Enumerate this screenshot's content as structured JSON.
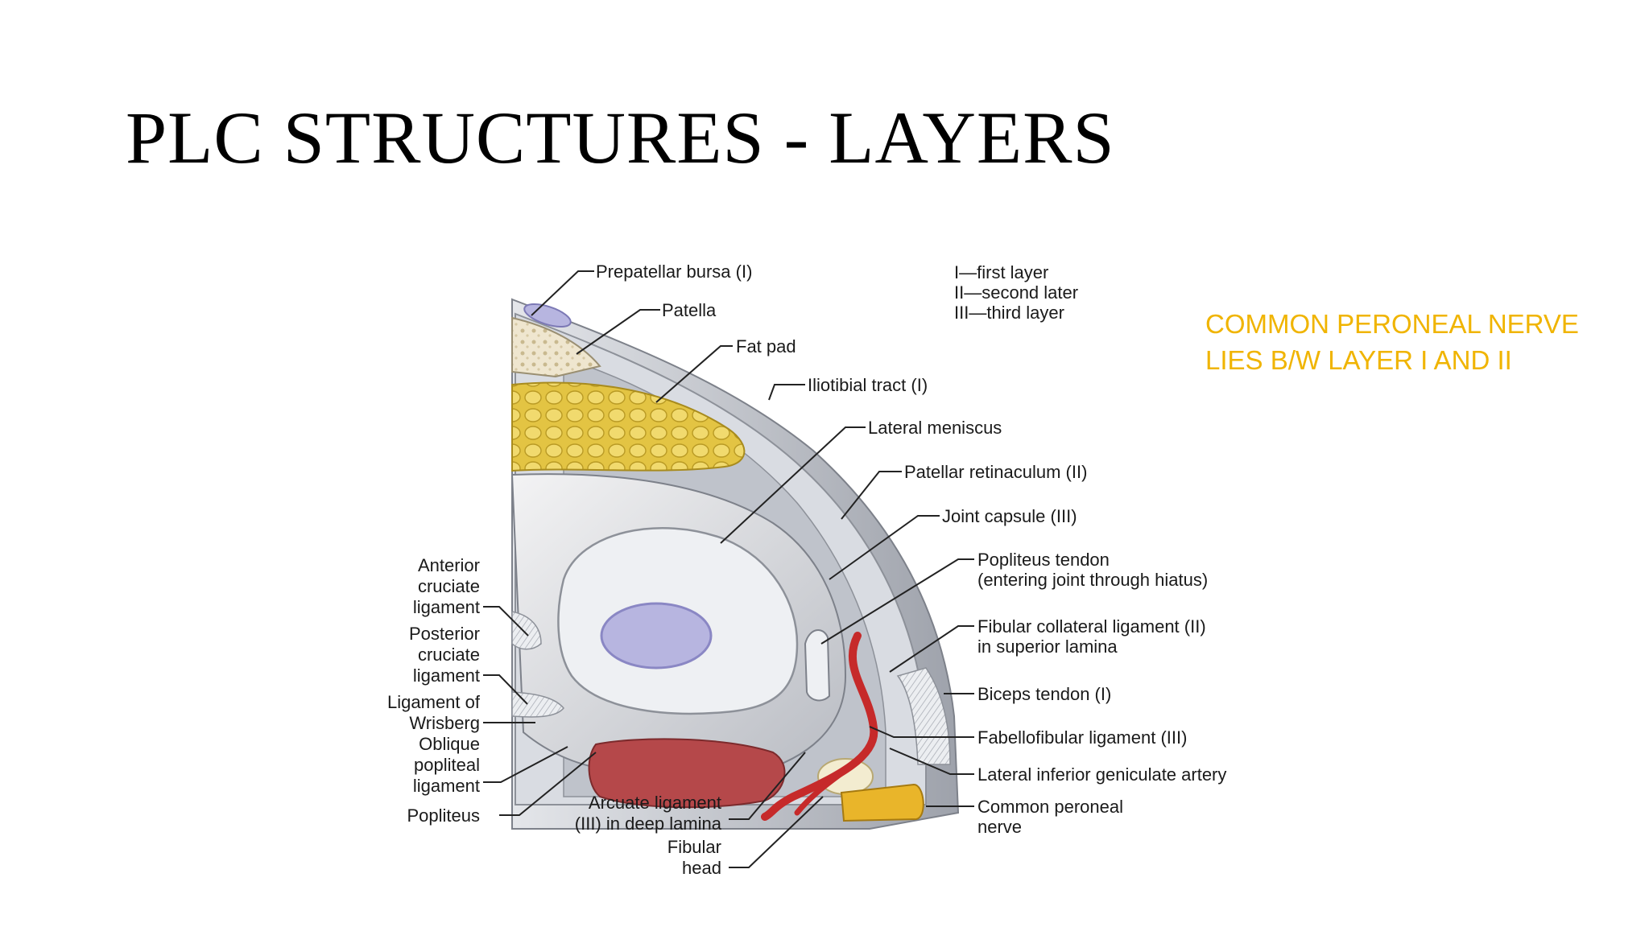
{
  "title": "PLC STRUCTURES - LAYERS",
  "note": {
    "line1": "COMMON PERONEAL NERVE",
    "line2": "LIES B/W LAYER I AND II"
  },
  "legend": [
    "I—first layer",
    "II—second later",
    "III—third layer"
  ],
  "labels": {
    "prepatellar_bursa": "Prepatellar bursa (I)",
    "patella": "Patella",
    "fat_pad": "Fat pad",
    "iliotibial_tract": "Iliotibial tract (I)",
    "lateral_meniscus": "Lateral meniscus",
    "patellar_retinaculum": "Patellar retinaculum (II)",
    "joint_capsule": "Joint capsule (III)",
    "popliteus_tendon": [
      "Popliteus tendon",
      "(entering joint through hiatus)"
    ],
    "fibular_collateral": [
      "Fibular collateral ligament (II)",
      "in superior lamina"
    ],
    "biceps_tendon": "Biceps tendon (I)",
    "fabellofibular": "Fabellofibular ligament (III)",
    "geniculate_artery": "Lateral inferior geniculate artery",
    "common_peroneal": [
      "Common peroneal",
      "nerve"
    ],
    "anterior_cruciate": [
      "Anterior",
      "cruciate",
      "ligament"
    ],
    "posterior_cruciate": [
      "Posterior",
      "cruciate",
      "ligament"
    ],
    "wrisberg": [
      "Ligament of",
      "Wrisberg"
    ],
    "oblique_popliteal": [
      "Oblique",
      "popliteal",
      "ligament"
    ],
    "popliteus": "Popliteus",
    "arcuate": [
      "Arcuate ligament",
      "(III) in deep lamina"
    ],
    "fibular_head": [
      "Fibular",
      "head"
    ]
  },
  "colors": {
    "note": "#f0b400",
    "fat": "#e8c84a",
    "muscle": "#b5484a",
    "artery": "#c62a2a",
    "nerve": "#e9b52a",
    "tissue": "#c9ccd3",
    "bursa": "#b7b5e0"
  }
}
